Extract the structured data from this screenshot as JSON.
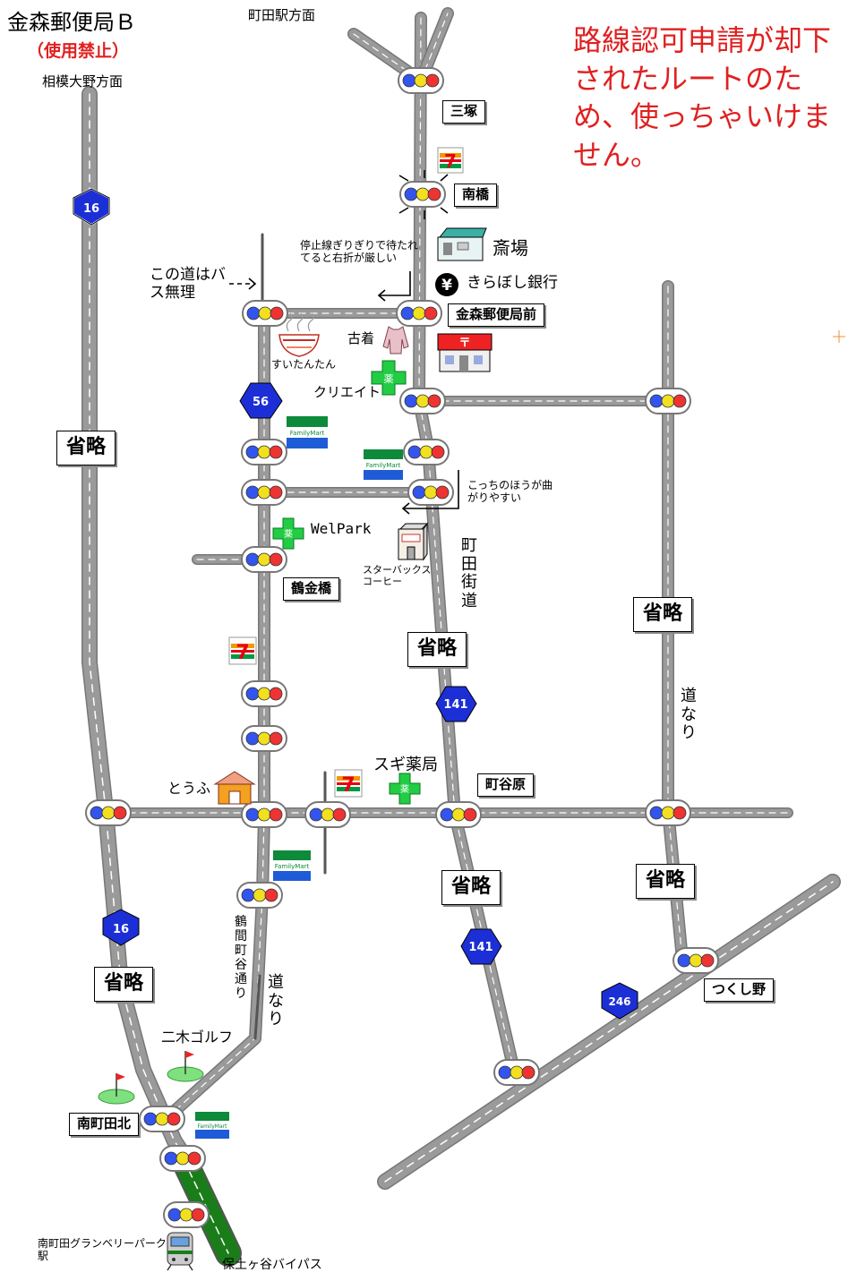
{
  "title": "金森郵便局Ｂ",
  "subtitle": "（使用禁止）",
  "warning": "路線認可申請が却下されたルートのため、使っちゃいけません。",
  "direction_labels": {
    "machida": "町田駅方面",
    "sagamiono": "相模大野方面"
  },
  "intersections": {
    "mitsuka": "三塚",
    "minamibashi": "南橋",
    "kanamori_post_office_mae": "金森郵便局前",
    "tsurukanebashi": "鶴金橋",
    "machiyahara": "町谷原",
    "tsukushino": "つくし野",
    "minamimachida_kita": "南町田北"
  },
  "omitted_label": "省略",
  "route_numbers": {
    "r16": "16",
    "r56": "56",
    "r141": "141",
    "r246": "246"
  },
  "places": {
    "saijo": "斎場",
    "kiraboshi_bank": "きらぼし銀行",
    "yen_symbol": "¥",
    "furugi": "古着",
    "suitantan": "すいたんたん",
    "create": "クリエイト",
    "welpark": "WelPark",
    "starbucks": "スターバックス コーヒー",
    "sugi": "スギ薬局",
    "tofu": "とうふ",
    "niki_golf": "二木ゴルフ",
    "station": "南町田グランベリーパーク駅",
    "hodogaya": "保土ヶ谷バイパス",
    "familymart": "FamilyMart",
    "seven": "7",
    "pharmacy_char": "薬"
  },
  "notes": {
    "stop_line": "停止線ぎりぎりで待たれてると右折が厳しい",
    "no_bus": "この道はバス無理",
    "easier_turn": "こっちのほうが曲がりやすい"
  },
  "road_labels": {
    "machida_kaido": "町田街道",
    "michinari_east": "道なり",
    "tsuruma_machiya": "鶴間町谷通り",
    "michinari_west": "道なり"
  },
  "colors": {
    "warning_red": "#e02020",
    "route_sign_blue": "#1c2fd6",
    "road_gray": "#8a8a8a",
    "rail_green": "#1a7d1a",
    "pharmacy_green": "#22cc44",
    "familymart_green": "#0d8a3a",
    "familymart_blue": "#1e5bd6",
    "seven_red": "#e60012",
    "seven_orange": "#f39800",
    "seven_green": "#009944"
  }
}
